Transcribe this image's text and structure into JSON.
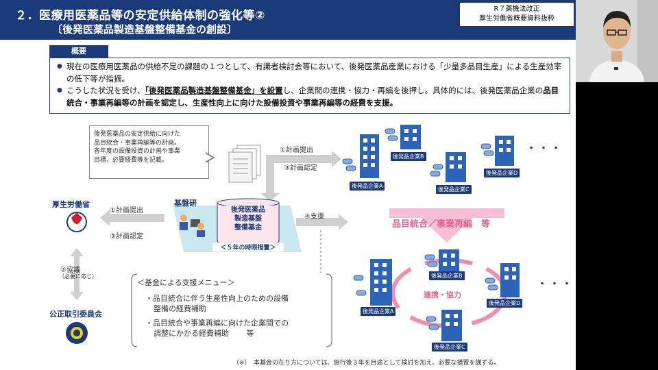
{
  "header": {
    "title_line1": "２．医療用医薬品等の安定供給体制の強化等②",
    "title_line2": "〔後発医薬品製造基盤整備基金の創設〕"
  },
  "source_box": {
    "line1": "R７薬機法改正",
    "line2": "厚生労働省概要資料抜粋"
  },
  "overview": {
    "tab_label": "概要",
    "bullet1": "現在の医療用医薬品の供給不足の課題の１つとして、有識者検討会等において、後発医薬品産業における「少量多品目生産」による生産効率の低下等が指摘。",
    "bullet2_a": "こうした状況を受け、",
    "bullet2_b": "「後発医薬品製造基盤整備基金」を設置",
    "bullet2_c": "し、企業間の連携・協力・再編を後押し。具体的には、後発医薬品企業の",
    "bullet2_d": "品目統合・事業再編等の計画を認定し、生産性向上に向けた設備投資や事業再編等の経費を支援。"
  },
  "callout": {
    "line1": "後発医薬品の安定供給に向けた",
    "line2": "品目統合・事業再編等の計画。",
    "line3": "各年度の設備投資の計画や事業",
    "line4": "目標、必要経費等を記載。"
  },
  "flow": {
    "plan_submit_top": "①計画提出",
    "plan_approve_top": "③計画認定",
    "plan_submit_left": "①計画提出",
    "plan_approve_left": "③計画認定",
    "consult": "②協議",
    "consult_note": "（必要に応じ）",
    "support": "④支援"
  },
  "orgs": {
    "mhlw": "厚生労働省",
    "kibanken": "基盤研",
    "jftc": "公正取引委員会"
  },
  "fund": {
    "line1": "後発医薬品",
    "line2": "製造基盤",
    "line3": "整備基金",
    "term": "＜５年の時限措置＞"
  },
  "companies_top": {
    "a": "後発品企業A",
    "b": "後発品企業B",
    "c": "後発品企業C",
    "d": "後発品企業D"
  },
  "companies_bottom": {
    "a": "後発品企業A",
    "b": "後発品企業B",
    "c": "後発品企業C",
    "d": "後発品企業D"
  },
  "consolidation_label": "品目統合／事業再編　等",
  "cooperation_label": "連携・協力",
  "support_menu": {
    "title": "＜基金による支援メニュー＞",
    "item1_l1": "・品目統合に伴う生産性向上のための設備",
    "item1_l2": "整備の経費補助",
    "item2_l1": "・品目統合や事業再編に向けた企業間での",
    "item2_l2": "調整にかかる経費補助　　 等"
  },
  "footnote": "（※）　本基金の在り方については、施行後３年を目途として検討を加え、必要な措置を講ずる。",
  "colors": {
    "navy": "#1a3a7a",
    "pink": "#e0648e",
    "gray_arrow": "#c8c8c8"
  }
}
